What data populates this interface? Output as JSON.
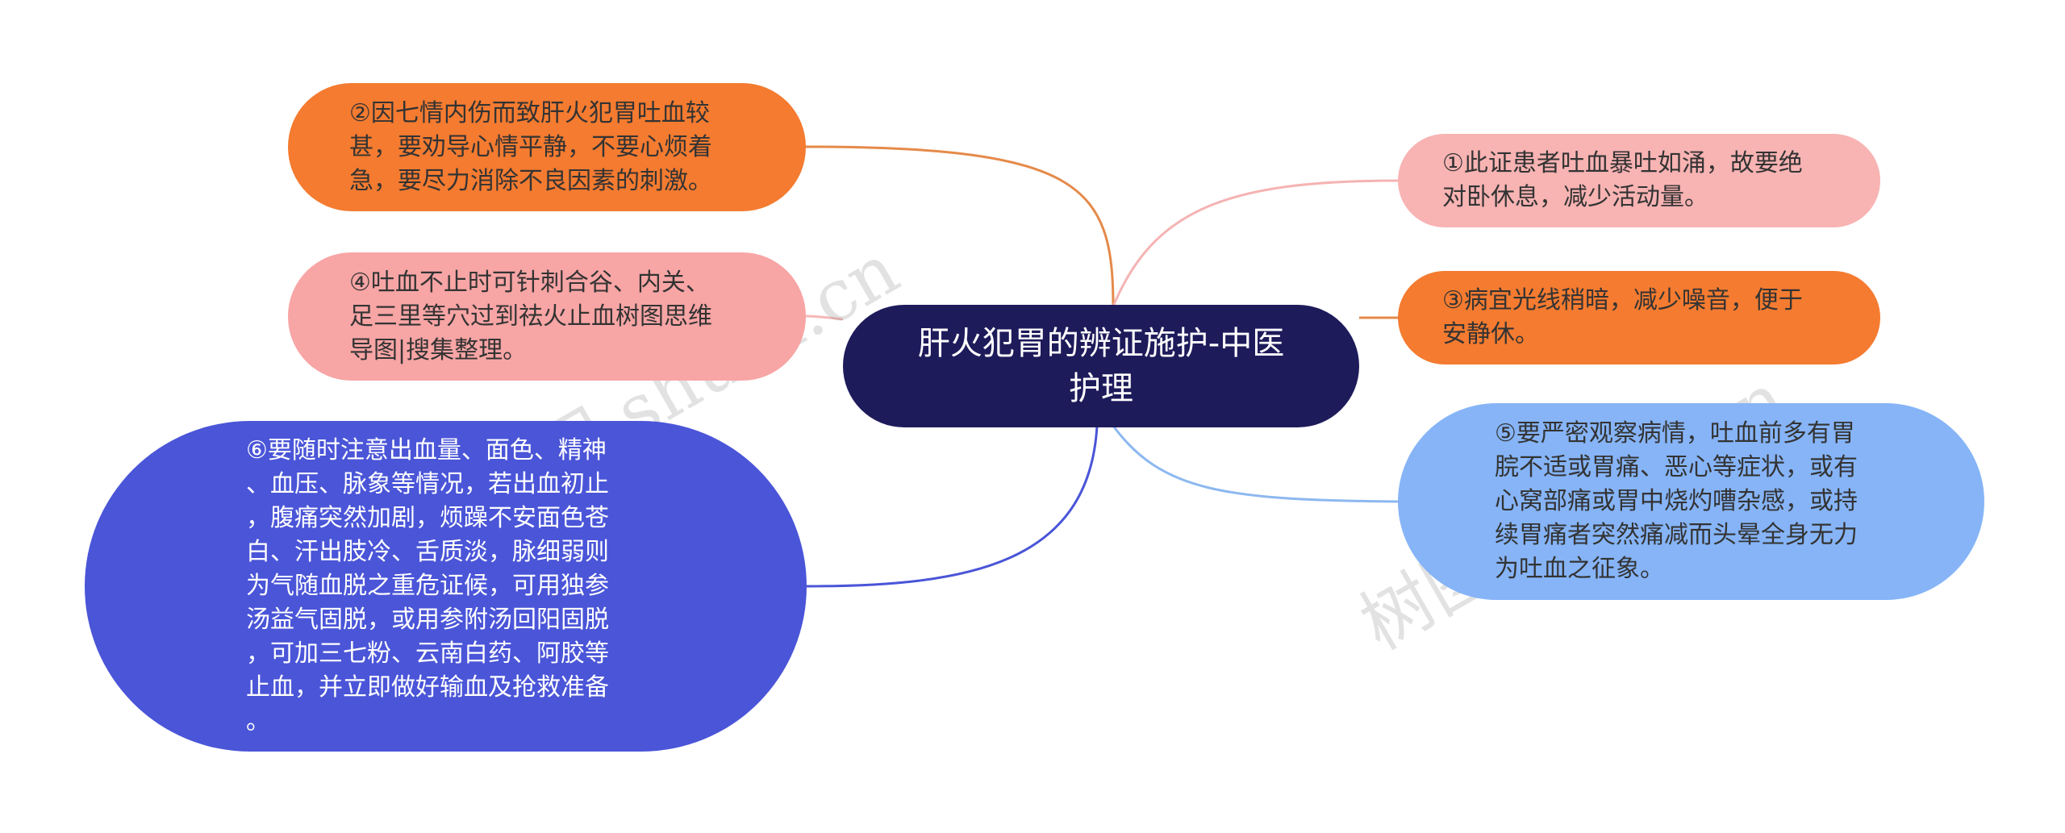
{
  "mindmap": {
    "center": {
      "label": "肝火犯胃的辨证施护-中医\n护理",
      "color": "#1e1b5b"
    },
    "nodes": [
      {
        "id": "n2",
        "side": "left",
        "text": "②因七情内伤而致肝火犯胃吐血较\n甚，要劝导心情平静，不要心烦着\n急，要尽力消除不良因素的刺激。",
        "color": "#f47b30",
        "link_color": "#e58a4a"
      },
      {
        "id": "n4",
        "side": "left",
        "text": "④吐血不止时可针刺合谷、内关、\n足三里等穴过到祛火止血树图思维\n导图|搜集整理。",
        "color": "#f8a5a5",
        "link_color": "#f5b8b8"
      },
      {
        "id": "n6",
        "side": "left",
        "text": "⑥要随时注意出血量、面色、精神\n、血压、脉象等情况，若出血初止\n，腹痛突然加剧，烦躁不安面色苍\n白、汗出肢冷、舌质淡，脉细弱则\n为气随血脱之重危证候，可用独参\n汤益气固脱，或用参附汤回阳固脱\n，可加三七粉、云南白药、阿胶等\n止血，并立即做好输血及抢救准备\n。",
        "color": "#4a55d8",
        "link_color": "#4a55d8"
      },
      {
        "id": "n1",
        "side": "right",
        "text": "①此证患者吐血暴吐如涌，故要绝\n对卧休息，减少活动量。",
        "color": "#f8b3b3",
        "link_color": "#f5b3b3"
      },
      {
        "id": "n3",
        "side": "right",
        "text": "③病宜光线稍暗，减少噪音，便于\n安静休。",
        "color": "#f47b30",
        "link_color": "#e58a4a"
      },
      {
        "id": "n5",
        "side": "right",
        "text": "⑤要严密观察病情，吐血前多有胃\n脘不适或胃痛、恶心等症状，或有\n心窝部痛或胃中烧灼嘈杂感，或持\n续胃痛者突然痛减而头晕全身无力\n为吐血之征象。",
        "color": "#86b4f7",
        "link_color": "#8db8f0"
      }
    ]
  },
  "watermarks": [
    "树图 shutu.cn",
    "树图 shutu.cn"
  ]
}
